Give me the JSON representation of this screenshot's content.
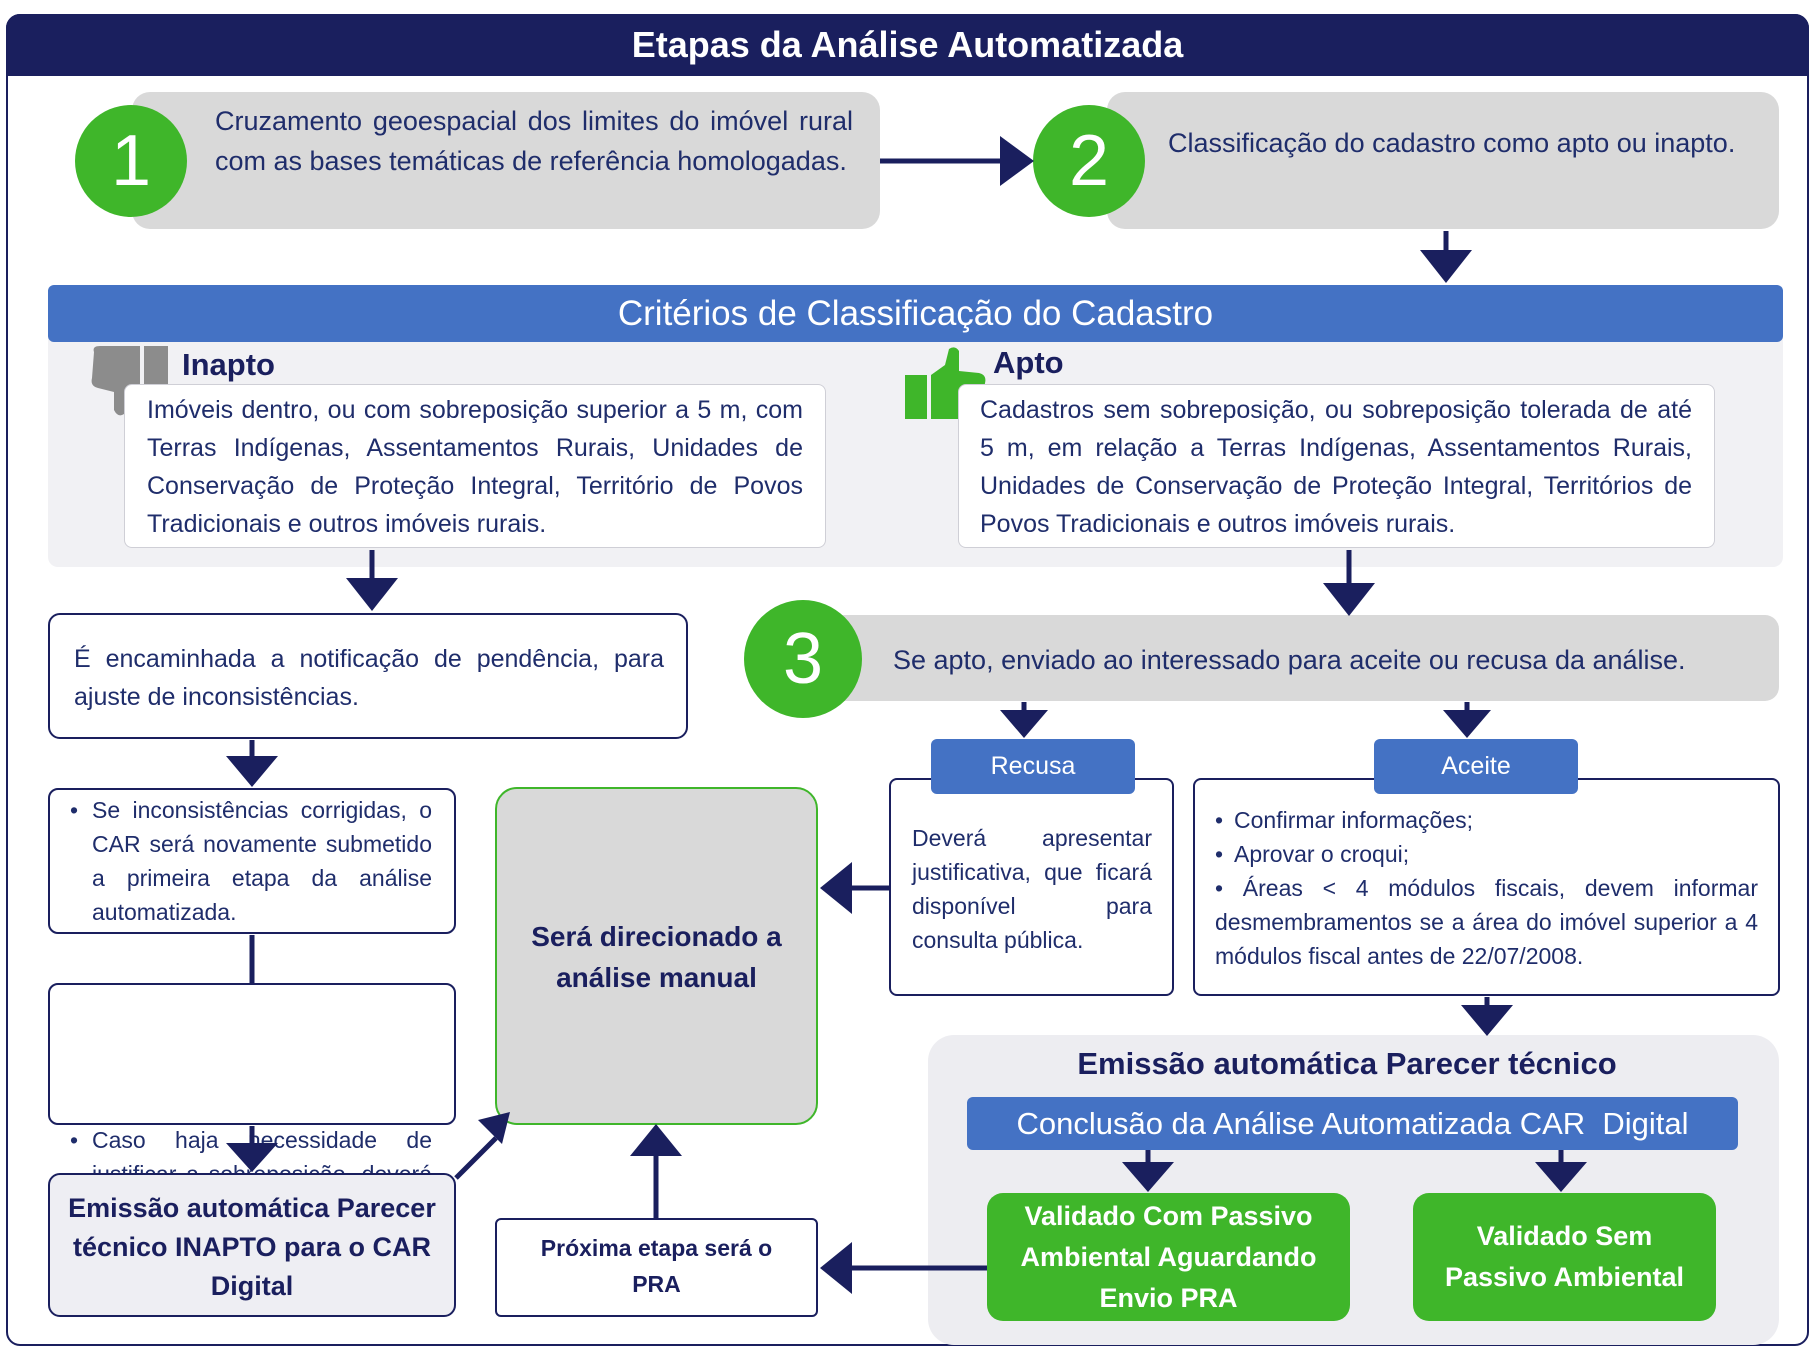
{
  "title": "Etapas da Análise Automatizada",
  "steps": [
    {
      "number": "1",
      "text": "Cruzamento geoespacial dos limites do imóvel rural com as bases temáticas de referência homologadas."
    },
    {
      "number": "2",
      "text": "Classificação do cadastro como apto ou inapto."
    },
    {
      "number": "3",
      "text": "Se apto, enviado ao interessado para aceite ou recusa da análise."
    }
  ],
  "criteria": {
    "header": "Critérios de Classificação do Cadastro",
    "inapto": {
      "label": "Inapto",
      "icon": "thumbs-down-icon",
      "text": "Imóveis dentro, ou com sobreposição superior a 5 m, com Terras Indígenas, Assentamentos Rurais, Unidades de Conservação de Proteção Integral, Território de Povos Tradicionais e outros imóveis rurais."
    },
    "apto": {
      "label": "Apto",
      "icon": "thumbs-up-icon",
      "text": "Cadastros sem sobreposição, ou sobreposição tolerada de até 5 m, em relação a Terras Indígenas, Assentamentos Rurais, Unidades de Conservação de Proteção Integral, Territórios de Povos Tradicionais e outros imóveis rurais."
    }
  },
  "left_flow": {
    "notification": "É encaminhada a notificação de pendência, para ajuste de inconsistências.",
    "corrected": "Se inconsistências corrigidas, o CAR será novamente submetido a primeira etapa da análise automatizada.",
    "justify": "Caso haja necessidade de justificar a sobreposição, deverá encaminhar documentos para verificação.",
    "inapto_parecer": "Emissão automática Parecer técnico INAPTO para o CAR Digital"
  },
  "manual": "Será direcionado a análise manual",
  "pra_next": "Próxima etapa será o PRA",
  "recusa": {
    "label": "Recusa",
    "text": "Deverá apresentar justificativa, que ficará disponível para consulta pública."
  },
  "aceite": {
    "label": "Aceite",
    "items": [
      "Confirmar informações;",
      "Aprovar o croqui;",
      "Áreas < 4 módulos fiscais, devem informar desmembramentos se a área do imóvel superior a 4 módulos fiscal antes de 22/07/2008."
    ]
  },
  "emissao": {
    "title": "Emissão automática Parecer técnico",
    "conclusion": "Conclusão da Análise Automatizada CAR  Digital",
    "validated_with": "Validado Com Passivo Ambiental Aguardando Envio PRA",
    "validated_without": "Validado Sem Passivo Ambiental"
  },
  "colors": {
    "navy": "#1a1f5e",
    "green": "#3fb62a",
    "blue": "#4472c4",
    "gray": "#d9d9d9"
  }
}
